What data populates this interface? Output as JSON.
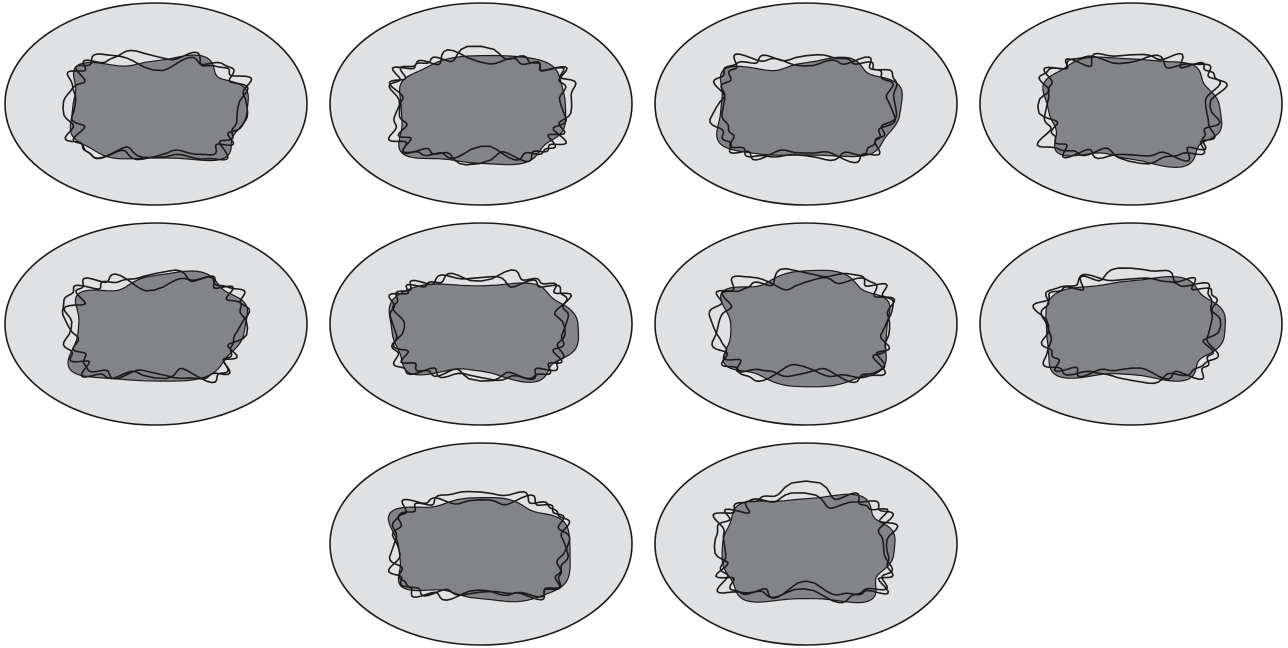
{
  "figure": {
    "panel_count": 10,
    "colors": {
      "background": "#ffffff",
      "ellipse_fill": "#e0e1e3",
      "blob_fill": "#838487",
      "stroke": "#1b1b1b"
    },
    "panels": [
      {
        "id": "panel-1"
      },
      {
        "id": "panel-2"
      },
      {
        "id": "panel-3"
      },
      {
        "id": "panel-4"
      },
      {
        "id": "panel-5"
      },
      {
        "id": "panel-6"
      },
      {
        "id": "panel-7"
      },
      {
        "id": "panel-8"
      },
      {
        "id": "panel-9"
      },
      {
        "id": "panel-10"
      }
    ]
  }
}
